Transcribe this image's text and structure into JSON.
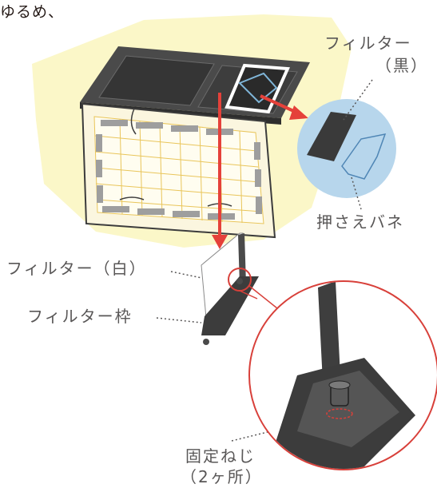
{
  "labels": {
    "top_text": "ゆるめ、",
    "filter_black_line1": "フィルター",
    "filter_black_line2": "（黒）",
    "spring": "押さえバネ",
    "filter_white": "フィルター（白）",
    "filter_frame": "フィルター枠",
    "screw_line1": "固定ねじ",
    "screw_line2": "（2ヶ所）"
  },
  "colors": {
    "highlight_yellow": "#fbf7c8",
    "blue_circle": "#b7d6ec",
    "dark_frame": "#4a4a4a",
    "arrow_red": "#e5413a",
    "callout_circle": "#d8403a",
    "panel_cream": "#fbf6df",
    "grid_line": "#e9c55a"
  }
}
